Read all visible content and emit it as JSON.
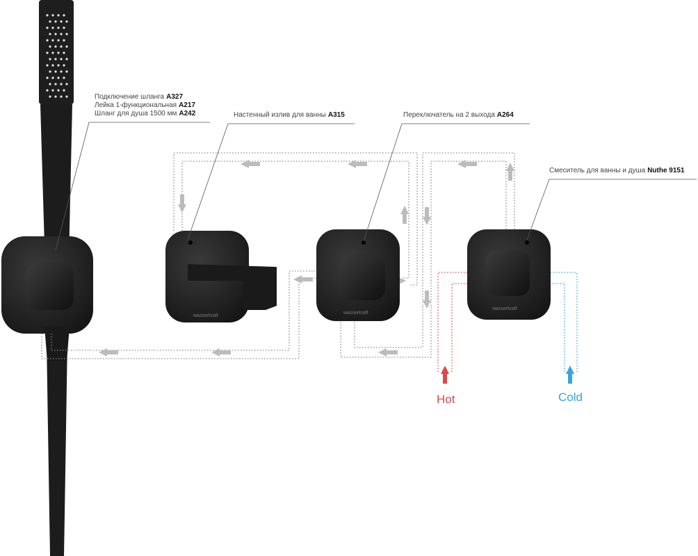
{
  "callouts": {
    "shower_set": [
      {
        "text": "Подключение шланга",
        "code": "A327"
      },
      {
        "text": "Лейка 1-функциональная",
        "code": "A217"
      },
      {
        "text": "Шланг для душа 1500 мм",
        "code": "A242"
      }
    ],
    "spout": {
      "text": "Настенный излив для ванны",
      "code": "A315"
    },
    "diverter": {
      "text": "Переключатель на 2 выхода",
      "code": "A264"
    },
    "mixer": {
      "text": "Смеситель для ванны и душа",
      "code": "Nuthe 9151"
    }
  },
  "inlets": {
    "hot": {
      "label": "Hot",
      "color": "#e0474c"
    },
    "cold": {
      "label": "Cold",
      "color": "#35a4e0"
    }
  },
  "brand": {
    "wordmark": "wasserkraft"
  },
  "colors": {
    "fixture": "#1f1f1f",
    "flow_line": "#8a8a8a",
    "arrow": "#bcbcbc",
    "leader": "#555555"
  }
}
